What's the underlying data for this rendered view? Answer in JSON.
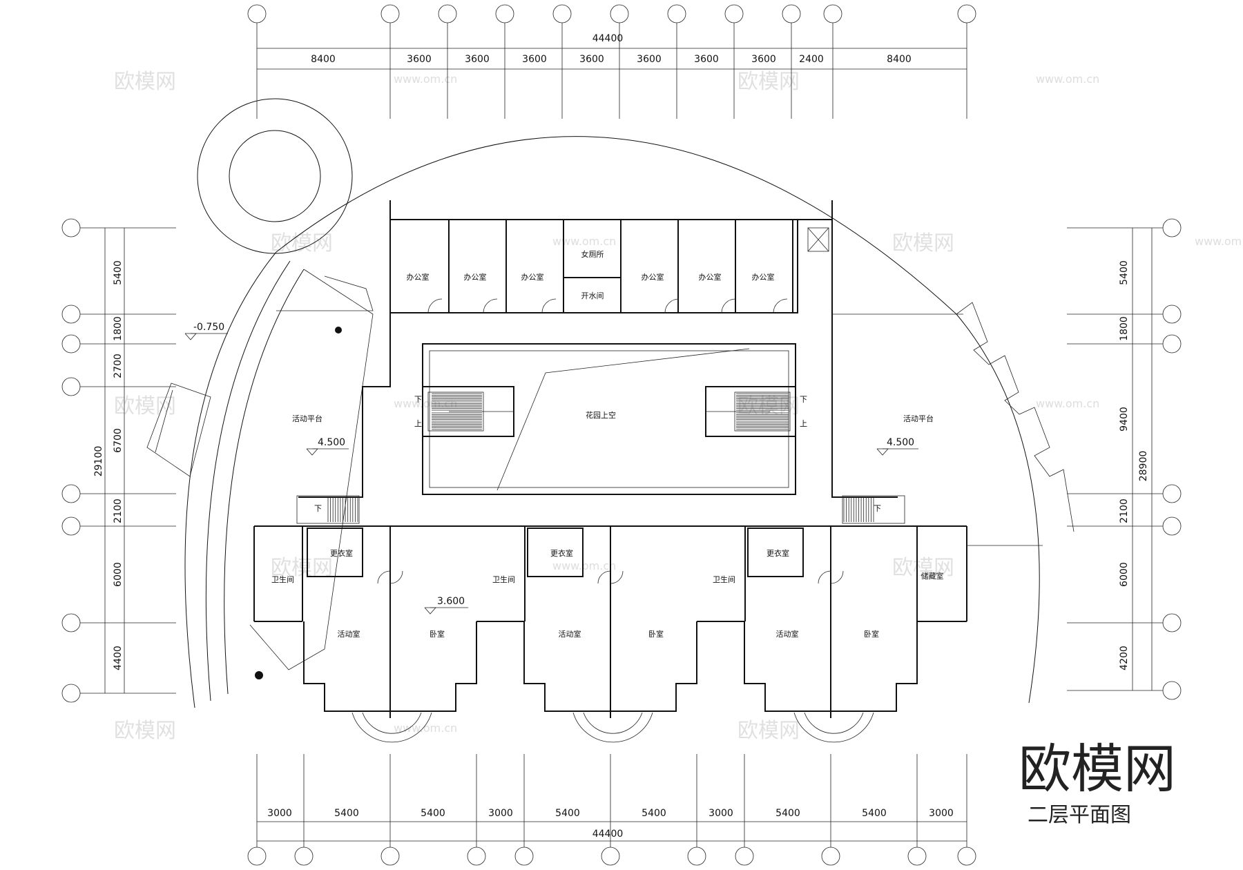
{
  "top_dims": {
    "total": "44400",
    "segments": [
      "8400",
      "3600",
      "3600",
      "3600",
      "3600",
      "3600",
      "3600",
      "3600",
      "2400",
      "8400"
    ]
  },
  "bottom_dims": {
    "total": "44400",
    "segments": [
      "3000",
      "5400",
      "5400",
      "3000",
      "5400",
      "5400",
      "3000",
      "5400",
      "5400",
      "3000"
    ]
  },
  "left_dims": {
    "total": "29100",
    "segments": [
      "5400",
      "1800",
      "2700",
      "6700",
      "2100",
      "6000",
      "4400"
    ]
  },
  "right_dims": {
    "total": "28900",
    "segments": [
      "5400",
      "1800",
      "9400",
      "2100",
      "6000",
      "4200"
    ]
  },
  "rooms": {
    "office": "办公室",
    "womens_wc": "女厕所",
    "water_room": "开水间",
    "garden_void": "花园上空",
    "activity_platform": "活动平台",
    "changing_room": "更衣室",
    "toilet": "卫生间",
    "activity_room": "活动室",
    "bedroom": "卧室",
    "storage": "储藏室"
  },
  "stairs": {
    "down": "下",
    "up": "上"
  },
  "levels": {
    "entrance": "-0.750",
    "platform": "4.500",
    "floor": "3.600"
  },
  "watermark": {
    "brand": "欧模网",
    "url": "www.om.cn"
  },
  "drawing_title": "二层平面图"
}
